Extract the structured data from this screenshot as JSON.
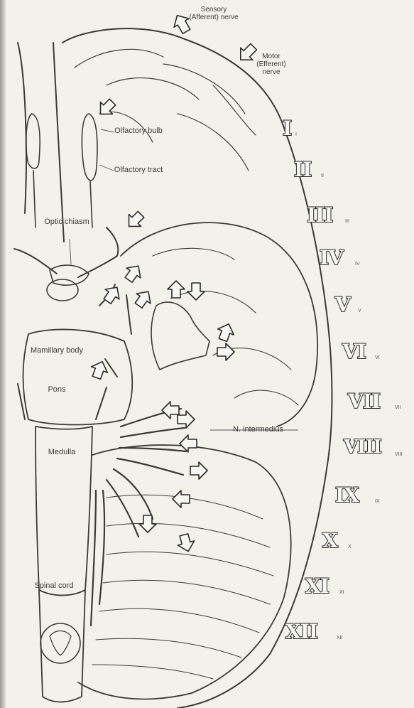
{
  "labels": {
    "sensory": "Sensory (Afferent) nerve",
    "motor": "Motor (Efferent) nerve",
    "olfactory_bulb": "Olfactory bulb",
    "olfactory_tract": "Olfactory tract",
    "optic_chiasm": "Optic chiasm",
    "mamillary_body": "Mamillary body",
    "pons": "Pons",
    "medulla": "Medulla",
    "spinal_cord": "Spinal cord",
    "n_intermedius": "N. intermedius"
  },
  "cranial_nerves": [
    {
      "numeral": "I",
      "sub": "I"
    },
    {
      "numeral": "II",
      "sub": "II"
    },
    {
      "numeral": "III",
      "sub": "III"
    },
    {
      "numeral": "IV",
      "sub": "IV"
    },
    {
      "numeral": "V",
      "sub": "V"
    },
    {
      "numeral": "VI",
      "sub": "VI"
    },
    {
      "numeral": "VII",
      "sub": "VII"
    },
    {
      "numeral": "VIII",
      "sub": "VIII"
    },
    {
      "numeral": "IX",
      "sub": "IX"
    },
    {
      "numeral": "X",
      "sub": "X"
    },
    {
      "numeral": "XI",
      "sub": "XI"
    },
    {
      "numeral": "XII",
      "sub": "XII"
    }
  ]
}
